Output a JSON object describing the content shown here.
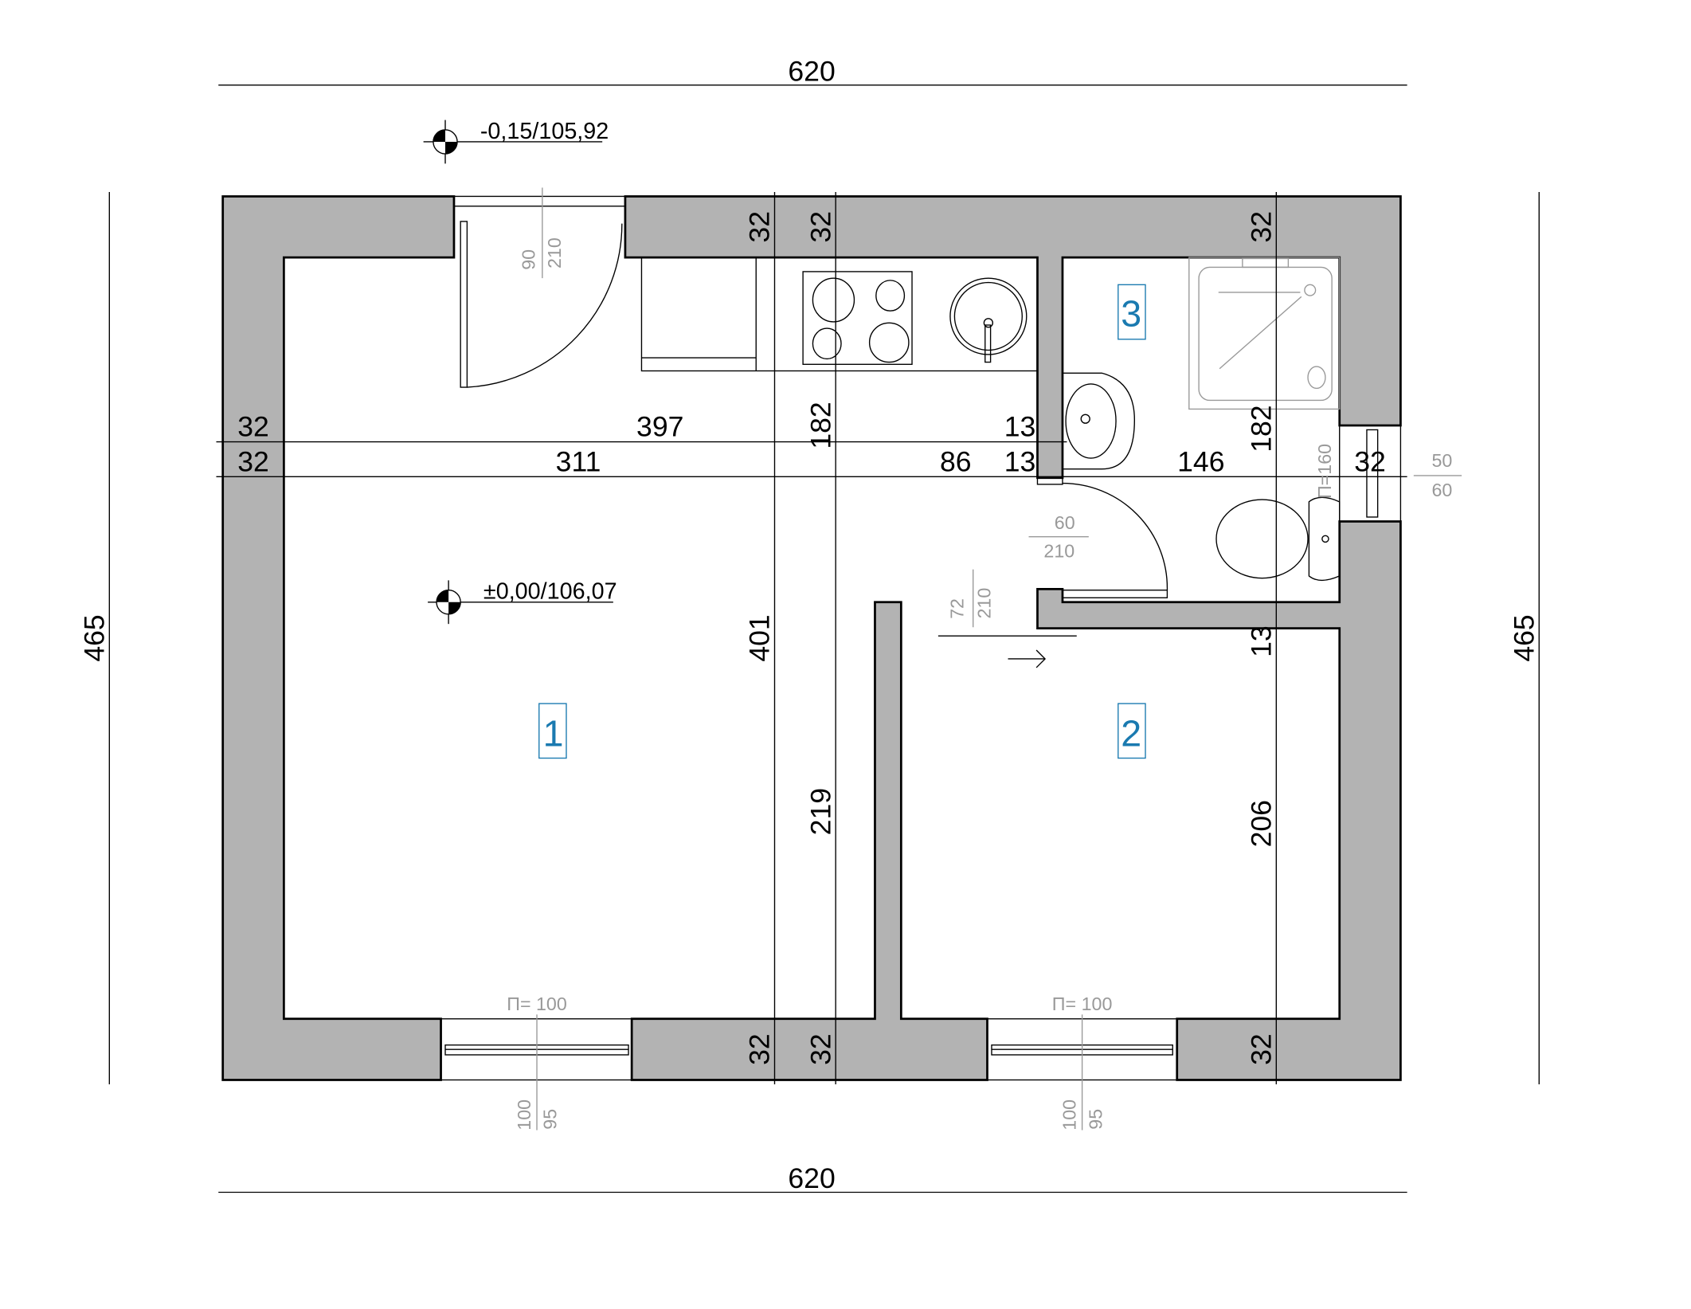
{
  "dims": {
    "top_total": "620",
    "bottom_total": "620",
    "left_total": "465",
    "right_total": "465",
    "row1": [
      "32",
      "397",
      "13"
    ],
    "row2": [
      "32",
      "311",
      "86",
      "13",
      "146",
      "32"
    ],
    "col_a": [
      "32",
      "401",
      "32"
    ],
    "col_b": [
      "32",
      "182",
      "219",
      "32"
    ],
    "col_c": [
      "32",
      "182",
      "13",
      "206",
      "32"
    ]
  },
  "levels": {
    "outside": "-0,15/105,92",
    "inside": "±0,00/106,07"
  },
  "rooms": [
    "1",
    "2",
    "3"
  ],
  "openings": {
    "entry_door": [
      "90",
      "210"
    ],
    "bath_door": [
      "60",
      "210"
    ],
    "room2_door": [
      "72",
      "210"
    ],
    "window1": {
      "sill": "П= 100",
      "size": [
        "100",
        "95"
      ]
    },
    "window2": {
      "sill": "П= 100",
      "size": [
        "100",
        "95"
      ]
    },
    "bath_window": {
      "sill": "П=160",
      "size": [
        "50",
        "60"
      ]
    }
  },
  "colors": {
    "wall": "#b3b3b3",
    "room_label": "#1a7ab0",
    "annotation": "#999999"
  }
}
